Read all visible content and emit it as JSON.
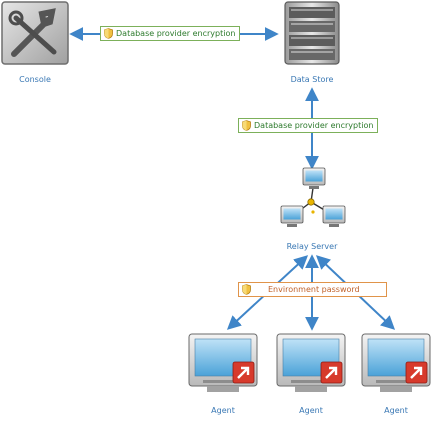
{
  "nodes": {
    "console": "Console",
    "data_store": "Data Store",
    "relay_server": "Relay Server",
    "agents": [
      "Agent",
      "Agent",
      "Agent"
    ]
  },
  "connections": {
    "console_datastore": "Database provider encryption",
    "relay_datastore": "Database provider encryption",
    "agents_relay": "Environment password"
  },
  "colors": {
    "arrow": "#3f85c8",
    "label_text": "#3a78b4",
    "encryption_border": "#7cb05a",
    "password_border": "#e0944a"
  },
  "icons": {
    "console": "console-tools-icon",
    "data_store": "server-stack-icon",
    "relay_server": "network-nodes-icon",
    "agent": "monitor-agent-icon",
    "security": "shield-icon"
  }
}
